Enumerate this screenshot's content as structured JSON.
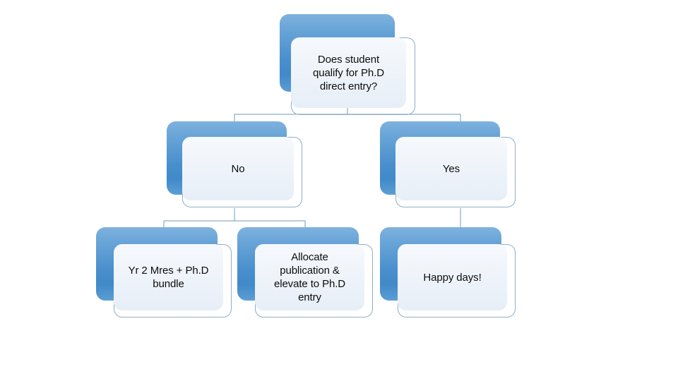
{
  "diagram": {
    "title": "PhD direct entry decision flowchart",
    "background_color": "#FFFFFF",
    "accent_color": "#4A8FCD",
    "panel_color": "#EFF4FA",
    "outline_color": "#8FAEC9",
    "connector_color": "#6E9BC0",
    "text_color": "#0D0D0D",
    "type": "hierarchy-flowchart",
    "levels": 3
  },
  "nodes": [
    {
      "id": "root",
      "label": "Does student\nqualify for Ph.D\ndirect entry?",
      "level": 1
    },
    {
      "id": "no",
      "label": "No",
      "level": 2
    },
    {
      "id": "yes",
      "label": "Yes",
      "level": 2
    },
    {
      "id": "mres",
      "label": "Yr 2 Mres + Ph.D\nbundle",
      "level": 3
    },
    {
      "id": "allocate",
      "label": "Allocate\npublication &\nelevate to Ph.D\nentry",
      "level": 3
    },
    {
      "id": "happy",
      "label": "Happy days!",
      "level": 3
    }
  ],
  "edges": [
    {
      "from": "root",
      "to": "no"
    },
    {
      "from": "root",
      "to": "yes"
    },
    {
      "from": "no",
      "to": "mres"
    },
    {
      "from": "no",
      "to": "allocate"
    },
    {
      "from": "yes",
      "to": "happy"
    }
  ]
}
